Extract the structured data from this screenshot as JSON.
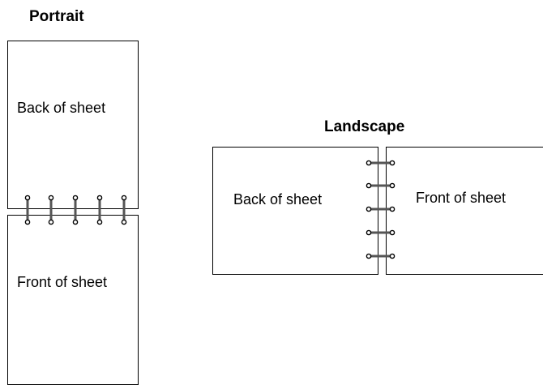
{
  "portrait": {
    "title": "Portrait",
    "back_label": "Back of sheet",
    "front_label": "Front of sheet"
  },
  "landscape": {
    "title": "Landscape",
    "back_label": "Back of sheet",
    "front_label": "Front of sheet"
  },
  "colors": {
    "line": "#000000",
    "binding_bar": "#555555"
  }
}
